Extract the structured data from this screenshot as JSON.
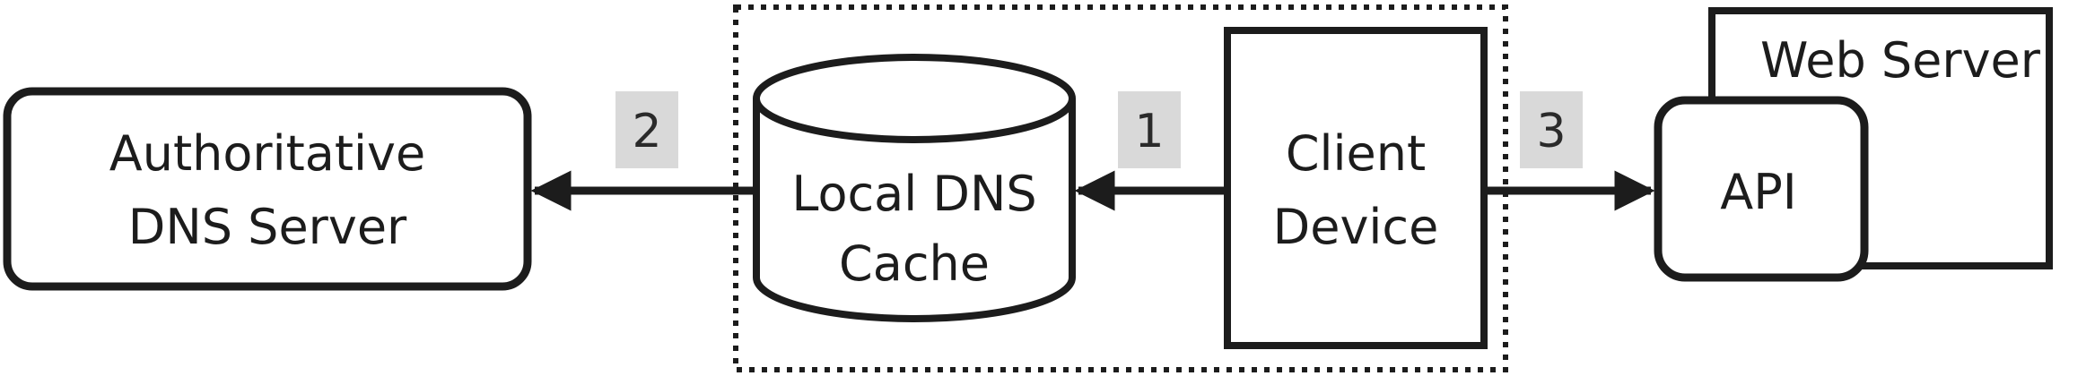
{
  "nodes": {
    "authoritative_dns": {
      "line1": "Authoritative",
      "line2": "DNS Server"
    },
    "local_dns_cache": {
      "line1": "Local DNS",
      "line2": "Cache"
    },
    "client_device": {
      "line1": "Client",
      "line2": "Device"
    },
    "web_server": {
      "label": "Web Server"
    },
    "api": {
      "label": "API"
    }
  },
  "steps": {
    "step1": "1",
    "step2": "2",
    "step3": "3"
  },
  "colors": {
    "stroke": "#1c1c1c",
    "step_badge": "#d9d9d9",
    "background": "#ffffff"
  }
}
